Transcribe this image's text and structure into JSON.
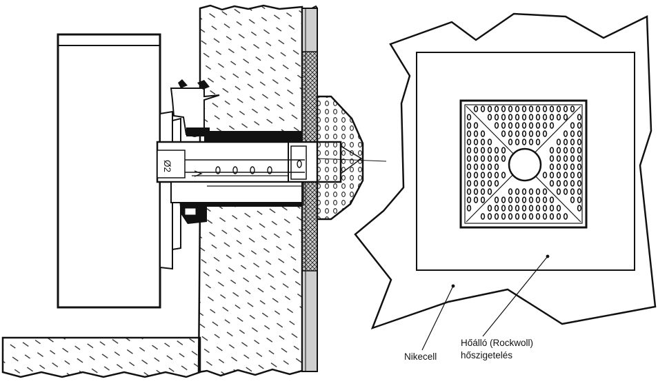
{
  "labels": {
    "outer_material": "Nikecell",
    "insulation_line1": "Hőálló (Rockwoll)",
    "insulation_line2": "hőszigetelés",
    "flue_mark": "Ø2"
  }
}
